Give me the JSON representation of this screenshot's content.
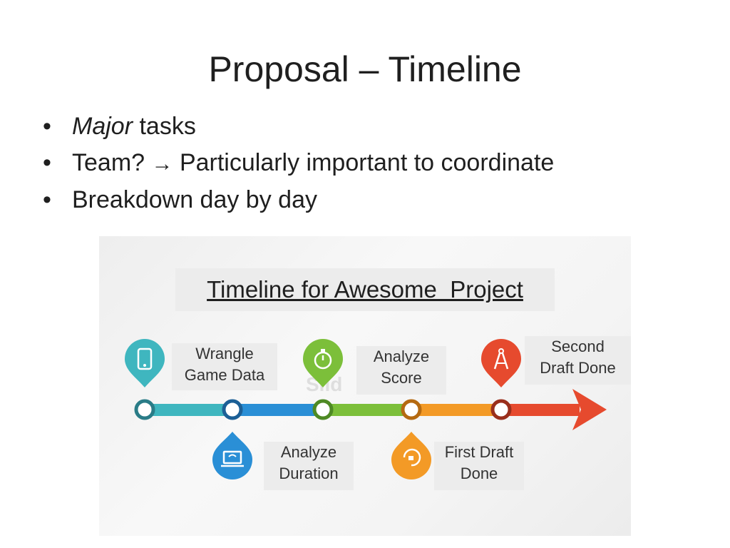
{
  "slide": {
    "title": "Proposal – Timeline",
    "bullets": [
      {
        "bullet": "•",
        "emphasis": "Major",
        "text": " tasks"
      },
      {
        "bullet": "•",
        "prefix": "Team? ",
        "arrow": "→",
        "text": " Particularly important to coordinate"
      },
      {
        "bullet": "•",
        "text": "Breakdown day by day"
      }
    ]
  },
  "timeline": {
    "title": "Timeline for Awesome  Project",
    "watermark": "Slid",
    "milestones": [
      {
        "label": "Wrangle\nGame Data",
        "color": "#3fb6bf",
        "icon": "tablet-touch-icon"
      },
      {
        "label": "Analyze\nDuration",
        "color": "#2a8fd6",
        "icon": "laptop-wifi-icon"
      },
      {
        "label": "Analyze\nScore",
        "color": "#7cbf3a",
        "icon": "stopwatch-icon"
      },
      {
        "label": "First Draft\nDone",
        "color": "#f39a26",
        "icon": "refresh-plug-icon"
      },
      {
        "label": "Second\nDraft Done",
        "color": "#e64a2e",
        "icon": "compass-icon"
      }
    ]
  }
}
